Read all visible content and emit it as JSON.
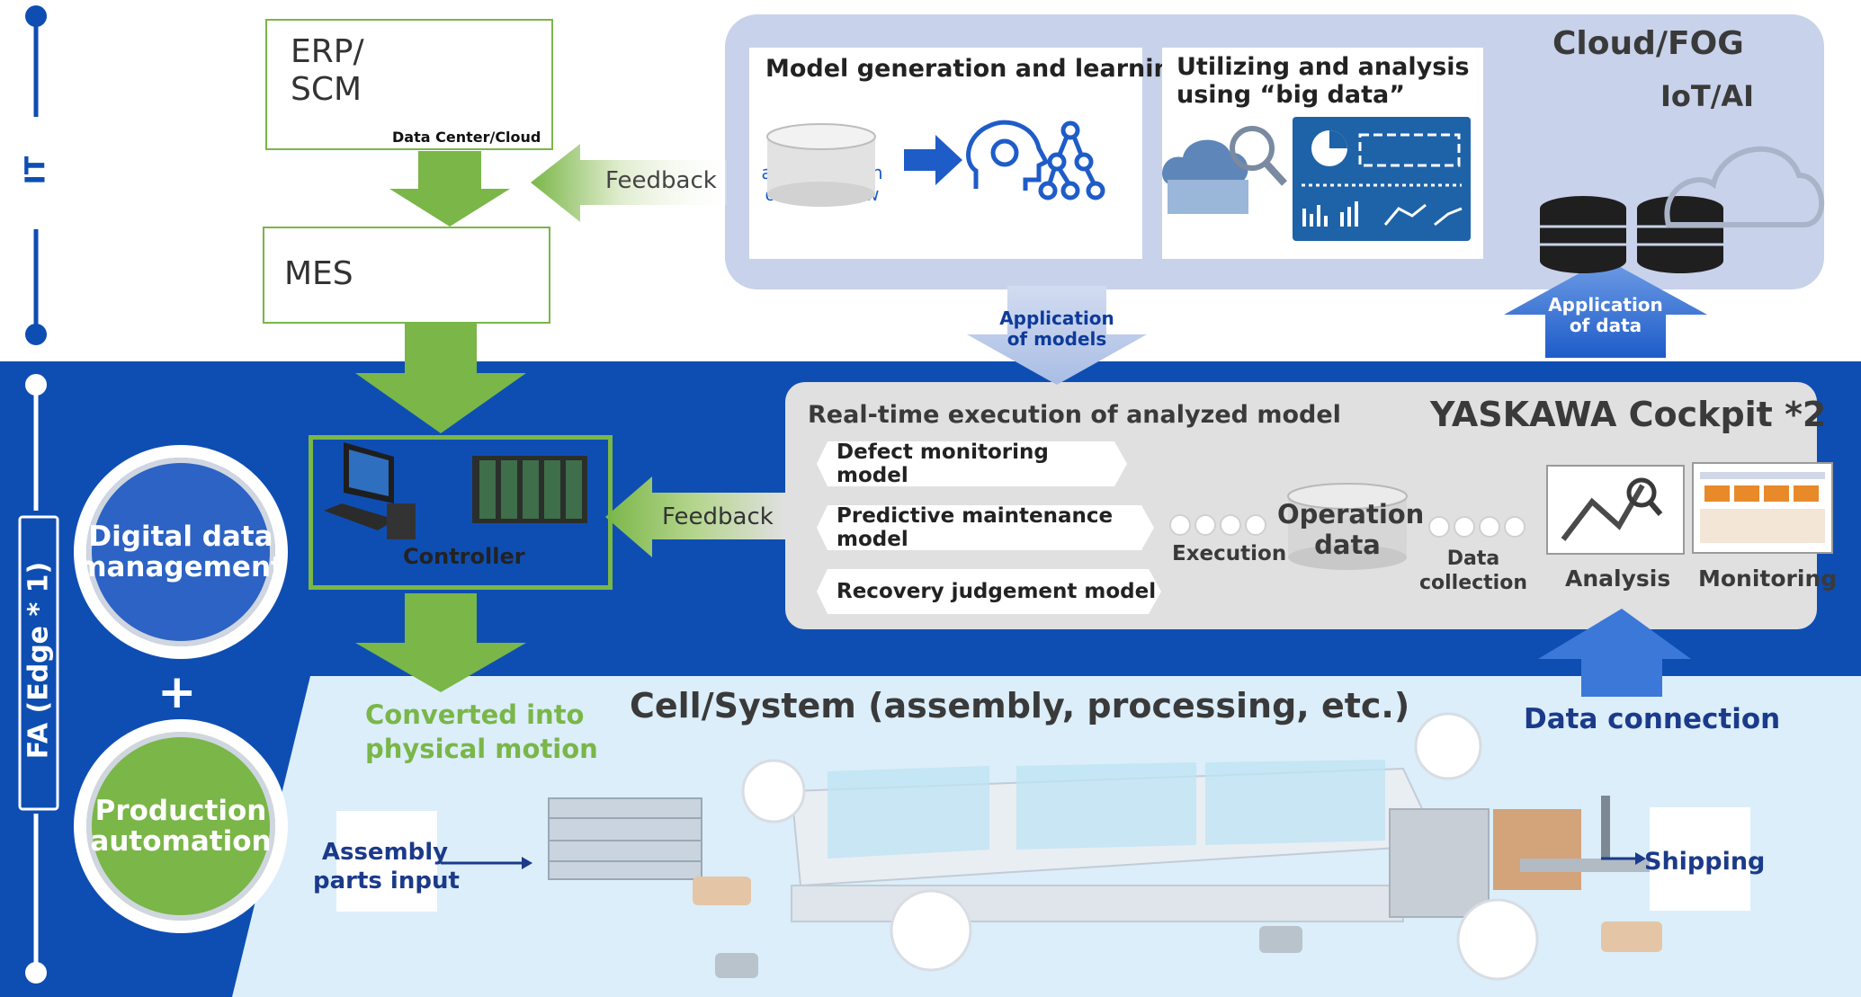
{
  "side_labels": {
    "it": "IT",
    "fa": "FA (Edge * 1)"
  },
  "it_layer": {
    "erp_label": "ERP/\nSCM",
    "data_center_label": "Data Center/Cloud",
    "mes_label": "MES",
    "feedback_label": "Feedback"
  },
  "cloud": {
    "title": "Cloud/FOG",
    "subtitle": "IoT/AI",
    "model_panel_title": "Model generation and learning",
    "knowhow_label": "accumulation\nof know-how",
    "bigdata_panel_title": "Utilizing and analysis\nusing “big data”",
    "application_models": "Application\nof models",
    "application_data": "Application\nof data"
  },
  "fa_layer": {
    "digital_data": "Digital data\nmanagement",
    "plus": "+",
    "production_automation": "Production\nautomation",
    "controller_label": "Controller",
    "feedback_label": "Feedback",
    "converted_label": "Converted into\nphysical motion"
  },
  "cockpit": {
    "header": "Real-time execution of analyzed model",
    "title": "YASKAWA Cockpit *2",
    "models": [
      "Defect monitoring  model",
      "Predictive  maintenance  model",
      "Recovery  judgement  model"
    ],
    "execution": "Execution",
    "operation_data": "Operation\ndata",
    "data_collection": "Data\ncollection",
    "analysis": "Analysis",
    "monitoring": "Monitoring"
  },
  "cell": {
    "title": "Cell/System (assembly, processing, etc.)",
    "data_connection": "Data connection",
    "assembly_input": "Assembly\nparts input",
    "shipping": "Shipping"
  },
  "colors": {
    "fa_blue": "#0e4eb3",
    "arrow_green": "#7ab648",
    "cloud_panel": "#c8d2ea",
    "cockpit_panel": "#e0e0e0",
    "cell_floor": "#dbeefa",
    "text_navy": "#1b3a8a"
  }
}
